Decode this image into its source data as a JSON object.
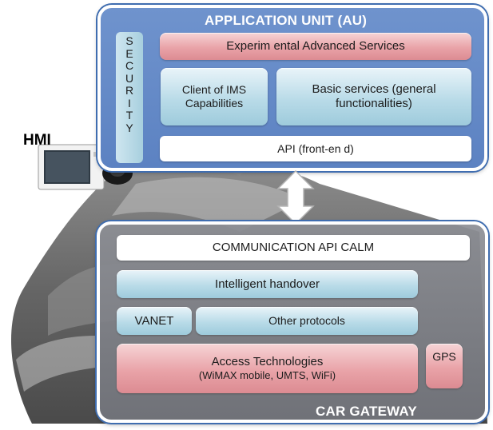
{
  "application_unit": {
    "title": "APPLICATION UNIT (AU)",
    "security_letters": [
      "S",
      "E",
      "C",
      "U",
      "R",
      "I",
      "T",
      "Y"
    ],
    "experimental": "Experim ental Advanced Services",
    "client_lines": [
      "Client of IMS",
      "Capabilities"
    ],
    "basic_lines": [
      "Basic services (general",
      "functionalities)"
    ],
    "api": "API (front-en d)"
  },
  "hmi": {
    "label": "HMI"
  },
  "car_gateway": {
    "title": "CAR GATEWAY",
    "comm_api": "COMMUNICATION API CALM",
    "handover": "Intelligent handover",
    "vanet": "VANET",
    "other_protocols": "Other protocols",
    "access_lines": [
      "Access Technologies",
      "(WiMAX mobile, UMTS, WiFi)"
    ],
    "gps": "GPS"
  },
  "colors": {
    "au_fill": "#6f93cd",
    "gateway_fill": "#8c8e94",
    "pink_box": "#e9a3a8",
    "light_blue_box": "#b9dbe8",
    "arrow": "#ffffff"
  }
}
